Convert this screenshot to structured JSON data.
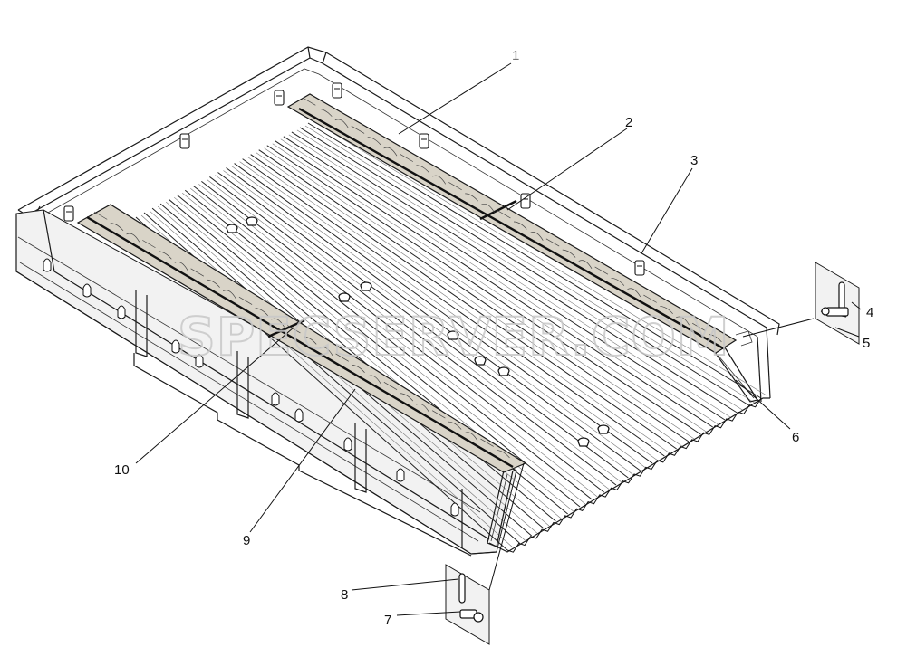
{
  "diagram": {
    "callouts": [
      {
        "id": "1",
        "label": "1"
      },
      {
        "id": "2",
        "label": "2"
      },
      {
        "id": "3",
        "label": "3"
      },
      {
        "id": "4",
        "label": "4"
      },
      {
        "id": "5",
        "label": "5"
      },
      {
        "id": "6",
        "label": "6"
      },
      {
        "id": "7",
        "label": "7"
      },
      {
        "id": "8",
        "label": "8"
      },
      {
        "id": "9",
        "label": "9"
      },
      {
        "id": "10",
        "label": "10"
      }
    ],
    "watermark": "SPECSERVER.COM"
  }
}
